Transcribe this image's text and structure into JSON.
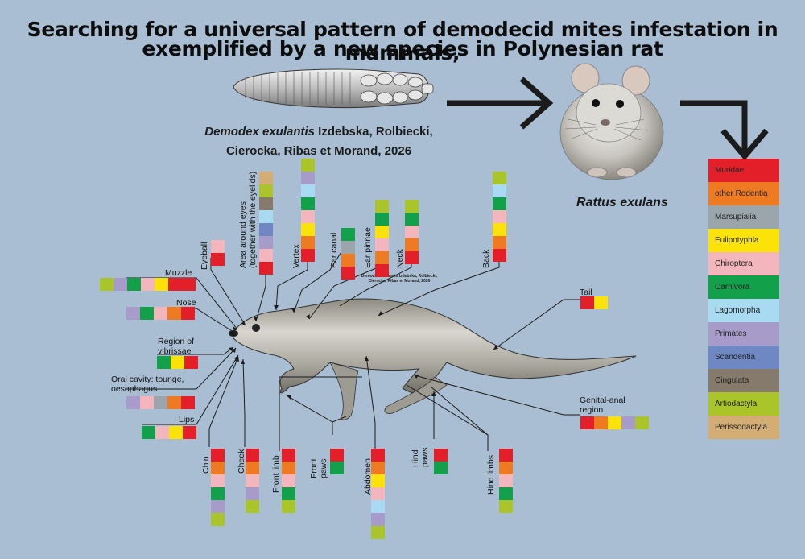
{
  "title": {
    "line1": "Searching for a universal pattern of demodecid mites infestation in mammals,",
    "line2": "exemplified by a new species in Polynesian rat"
  },
  "species": {
    "name_italic": "Demodex exulantis",
    "authors_line1": " Izdebska, Rolbiecki,",
    "authors_line2": "Cierocka, Ribas et Morand, 2026",
    "small_label_line1": "Demodex exulantis Izdebska, Rolbiecki,",
    "small_label_line2": "Cierocka, Ribas et Morand, 2026"
  },
  "host": {
    "name": "Rattus exulans"
  },
  "colors": {
    "background": "#a9bed2",
    "Muridae": "#e3202a",
    "other Rodentia": "#ee7a22",
    "Marsupialia": "#9aa5ac",
    "Eulipotyphla": "#fbe30a",
    "Chiroptera": "#f4b6bd",
    "Carnivora": "#13a04b",
    "Lagomorpha": "#a8daf2",
    "Primates": "#a79cc9",
    "Scandentia": "#6f87c3",
    "Cingulata": "#857a6b",
    "Artiodactyla": "#a9c52a",
    "Perissodactyla": "#d4ad74"
  },
  "legend": [
    "Muridae",
    "other Rodentia",
    "Marsupialia",
    "Eulipotyphla",
    "Chiroptera",
    "Carnivora",
    "Lagomorpha",
    "Primates",
    "Scandentia",
    "Cingulata",
    "Artiodactyla",
    "Perissodactyla"
  ],
  "regions": [
    {
      "name": "Muzzle",
      "cells": [
        "Artiodactyla",
        "Primates",
        "Carnivora",
        "Chiroptera",
        "Eulipotyphla",
        "Muridae",
        "Muridae"
      ]
    },
    {
      "name": "Nose",
      "cells": [
        "Primates",
        "Carnivora",
        "Chiroptera",
        "other Rodentia",
        "Muridae"
      ]
    },
    {
      "name": "Region of vibrissae",
      "cells": [
        "Carnivora",
        "Eulipotyphla",
        "Muridae"
      ]
    },
    {
      "name": "Oral cavity: tounge, oesophagus",
      "cells": [
        "Primates",
        "Chiroptera",
        "Marsupialia",
        "other Rodentia",
        "Muridae"
      ]
    },
    {
      "name": "Lips",
      "cells": [
        "Carnivora",
        "Chiroptera",
        "Eulipotyphla",
        "Muridae"
      ]
    },
    {
      "name": "Eyeball",
      "cells": [
        "Chiroptera",
        "Muridae"
      ]
    },
    {
      "name": "Area around eyes (together with the eyelids)",
      "cells": [
        "Perissodactyla",
        "Artiodactyla",
        "Cingulata",
        "Lagomorpha",
        "Scandentia",
        "Primates",
        "Chiroptera",
        "Muridae"
      ]
    },
    {
      "name": "Vertex",
      "cells": [
        "Artiodactyla",
        "Primates",
        "Lagomorpha",
        "Carnivora",
        "Chiroptera",
        "Eulipotyphla",
        "other Rodentia",
        "Muridae"
      ]
    },
    {
      "name": "Ear canal",
      "cells": [
        "Carnivora",
        "Marsupialia",
        "other Rodentia",
        "Muridae"
      ]
    },
    {
      "name": "Ear pinnae",
      "cells": [
        "Artiodactyla",
        "Carnivora",
        "Eulipotyphla",
        "Chiroptera",
        "other Rodentia",
        "Muridae"
      ]
    },
    {
      "name": "Neck",
      "cells": [
        "Artiodactyla",
        "Carnivora",
        "Chiroptera",
        "other Rodentia",
        "Muridae"
      ]
    },
    {
      "name": "Back",
      "cells": [
        "Artiodactyla",
        "Lagomorpha",
        "Carnivora",
        "Chiroptera",
        "Eulipotyphla",
        "other Rodentia",
        "Muridae"
      ]
    },
    {
      "name": "Tail",
      "cells": [
        "Muridae",
        "Eulipotyphla"
      ]
    },
    {
      "name": "Genital-anal region",
      "cells": [
        "Muridae",
        "other Rodentia",
        "Eulipotyphla",
        "Primates",
        "Artiodactyla"
      ]
    },
    {
      "name": "Chin",
      "cells": [
        "Muridae",
        "other Rodentia",
        "Chiroptera",
        "Carnivora",
        "Primates",
        "Artiodactyla"
      ]
    },
    {
      "name": "Cheek",
      "cells": [
        "Muridae",
        "other Rodentia",
        "Chiroptera",
        "Primates",
        "Artiodactyla"
      ]
    },
    {
      "name": "Front limb",
      "cells": [
        "Muridae",
        "other Rodentia",
        "Chiroptera",
        "Carnivora",
        "Artiodactyla"
      ]
    },
    {
      "name": "Front paws",
      "cells": [
        "Muridae",
        "Carnivora"
      ]
    },
    {
      "name": "Abdomen",
      "cells": [
        "Muridae",
        "other Rodentia",
        "Eulipotyphla",
        "Chiroptera",
        "Lagomorpha",
        "Primates",
        "Artiodactyla"
      ]
    },
    {
      "name": "Hind paws",
      "cells": [
        "Muridae",
        "Carnivora"
      ]
    },
    {
      "name": "Hind limbs",
      "cells": [
        "Muridae",
        "other Rodentia",
        "Chiroptera",
        "Carnivora",
        "Artiodactyla"
      ]
    }
  ]
}
